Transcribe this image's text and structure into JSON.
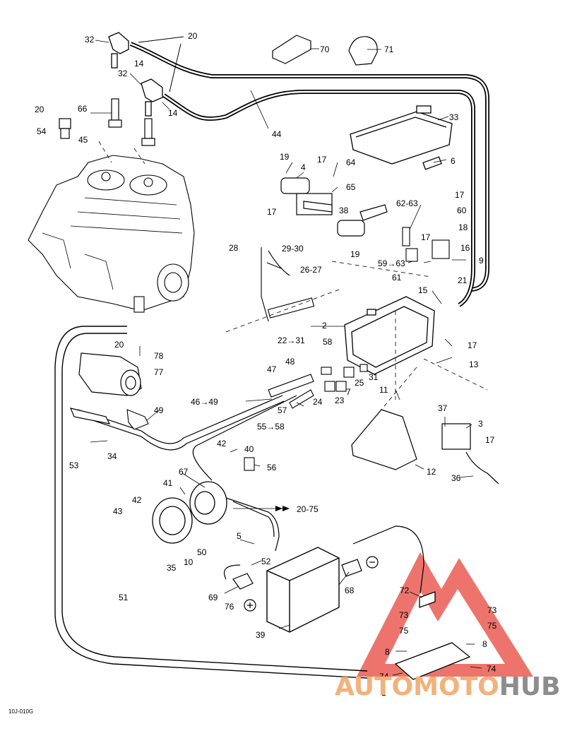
{
  "labels": [
    {
      "id": "L32a",
      "text": "32"
    },
    {
      "id": "L20a",
      "text": "20"
    },
    {
      "id": "L14a",
      "text": "14"
    },
    {
      "id": "L32b",
      "text": "32"
    },
    {
      "id": "L14b",
      "text": "14"
    },
    {
      "id": "L20b",
      "text": "20"
    },
    {
      "id": "L66",
      "text": "66"
    },
    {
      "id": "L54",
      "text": "54"
    },
    {
      "id": "L45",
      "text": "45"
    },
    {
      "id": "L44",
      "text": "44"
    },
    {
      "id": "L70",
      "text": "70"
    },
    {
      "id": "L71",
      "text": "71"
    },
    {
      "id": "L33",
      "text": "33"
    },
    {
      "id": "L6",
      "text": "6"
    },
    {
      "id": "L19a",
      "text": "19"
    },
    {
      "id": "L4",
      "text": "4"
    },
    {
      "id": "L17a",
      "text": "17"
    },
    {
      "id": "L64",
      "text": "64"
    },
    {
      "id": "L65",
      "text": "65"
    },
    {
      "id": "L17b",
      "text": "17"
    },
    {
      "id": "L38",
      "text": "38"
    },
    {
      "id": "L19b",
      "text": "19"
    },
    {
      "id": "L6263",
      "text": "62-63"
    },
    {
      "id": "L17c",
      "text": "17"
    },
    {
      "id": "L60",
      "text": "60"
    },
    {
      "id": "L17d",
      "text": "17"
    },
    {
      "id": "L18",
      "text": "18"
    },
    {
      "id": "L16",
      "text": "16"
    },
    {
      "id": "L5963",
      "text": "59→63"
    },
    {
      "id": "L9",
      "text": "9"
    },
    {
      "id": "L61",
      "text": "61"
    },
    {
      "id": "L21",
      "text": "21"
    },
    {
      "id": "L15",
      "text": "15"
    },
    {
      "id": "L28",
      "text": "28"
    },
    {
      "id": "L2930",
      "text": "29-30"
    },
    {
      "id": "L2627",
      "text": "26-27"
    },
    {
      "id": "L2",
      "text": "2"
    },
    {
      "id": "L17e",
      "text": "17"
    },
    {
      "id": "L13",
      "text": "13"
    },
    {
      "id": "L2231",
      "text": "22→31"
    },
    {
      "id": "L20c",
      "text": "20"
    },
    {
      "id": "L78",
      "text": "78"
    },
    {
      "id": "L77",
      "text": "77"
    },
    {
      "id": "L58",
      "text": "58"
    },
    {
      "id": "L48",
      "text": "48"
    },
    {
      "id": "L47",
      "text": "47"
    },
    {
      "id": "L31",
      "text": "31"
    },
    {
      "id": "L25",
      "text": "25"
    },
    {
      "id": "L7",
      "text": "7"
    },
    {
      "id": "L11",
      "text": "11"
    },
    {
      "id": "L4649",
      "text": "46→49"
    },
    {
      "id": "L24",
      "text": "24"
    },
    {
      "id": "L23",
      "text": "23"
    },
    {
      "id": "L57",
      "text": "57"
    },
    {
      "id": "L49",
      "text": "49"
    },
    {
      "id": "L5558",
      "text": "55→58"
    },
    {
      "id": "L37",
      "text": "37"
    },
    {
      "id": "L3",
      "text": "3"
    },
    {
      "id": "L17f",
      "text": "17"
    },
    {
      "id": "L34",
      "text": "34"
    },
    {
      "id": "L53",
      "text": "53"
    },
    {
      "id": "L42a",
      "text": "42"
    },
    {
      "id": "L40",
      "text": "40"
    },
    {
      "id": "L56",
      "text": "56"
    },
    {
      "id": "L12",
      "text": "12"
    },
    {
      "id": "L36",
      "text": "36"
    },
    {
      "id": "L67",
      "text": "67"
    },
    {
      "id": "L41",
      "text": "41"
    },
    {
      "id": "L42b",
      "text": "42"
    },
    {
      "id": "L43",
      "text": "43"
    },
    {
      "id": "L2075",
      "text": "20-75"
    },
    {
      "id": "L5",
      "text": "5"
    },
    {
      "id": "L10",
      "text": "10"
    },
    {
      "id": "L35",
      "text": "35"
    },
    {
      "id": "L50",
      "text": "50"
    },
    {
      "id": "L52",
      "text": "52"
    },
    {
      "id": "L68",
      "text": "68"
    },
    {
      "id": "L72",
      "text": "72"
    },
    {
      "id": "L51",
      "text": "51"
    },
    {
      "id": "L69",
      "text": "69"
    },
    {
      "id": "L76",
      "text": "76"
    },
    {
      "id": "L73a",
      "text": "73"
    },
    {
      "id": "L73b",
      "text": "73"
    },
    {
      "id": "L75a",
      "text": "75"
    },
    {
      "id": "L75b",
      "text": "75"
    },
    {
      "id": "L39",
      "text": "39"
    },
    {
      "id": "L8a",
      "text": "8"
    },
    {
      "id": "L8b",
      "text": "8"
    },
    {
      "id": "L74a",
      "text": "74"
    },
    {
      "id": "L74b",
      "text": "74"
    },
    {
      "id": "L1",
      "text": "1"
    }
  ],
  "drawing_code": "10J-010G",
  "watermark": {
    "part1": "AUTOMOTO",
    "part2": "HUB",
    "color1": "#f2b27a",
    "color2": "#8d8d8d",
    "triangle": "#e8463c"
  }
}
